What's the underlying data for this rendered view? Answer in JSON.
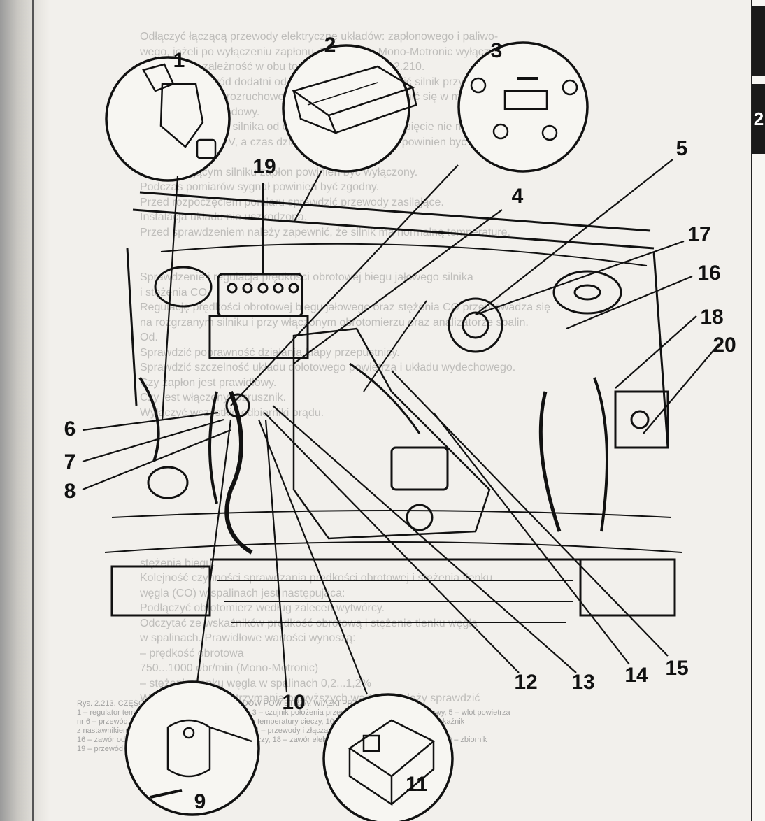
{
  "background_lines": [
    "Odłączyć łączącą przewody elektryczne układów: zapłonowego i paliwo-",
    "wego, jeżeli po wyłączeniu zapłonu. W układzie Mono-Motronic wyłączy",
    "nać w tak tę zależność w obu torach zasilania, rys. 2.210.",
    "Odłączyć przewód dodatni od akumulatora i uruchomić silnik przy",
    "pomocy zestawu rozruchowego, zawsze należy upewnić się w materiałowy",
    "przez ruch przewodowy.",
    "Podczas rozruchu silnika od obcego źródła energii napięcie nie może",
    "przekraczać 16,5 V, a czas działania rozrusznika nie powinien być dłuższy niż",
    "1 minuta.",
    "Przy pracującym silniku zapłon powinien być wyłączony.",
    "Podczas pomiarów sygnał powinien być zgodny.",
    "Przed rozpoczęciem pomiaru sprawdzić przewody zasilające.",
    "Instalacja układu nie uszkodzona.",
    "Przed sprawdzeniem należy zapewnić, że silnik ma normalną temperaturę.",
    "",
    "",
    "Sprawdzenie i regulacja prędkości obrotowej biegu jałowego silnika",
    "i stężenia CO",
    "Regulację prędkości obrotowej biegu jałowego oraz stężenia CO przeprowadza się",
    "na rozgrzanym silniku i przy włączonym obrotomierzu oraz analizatorze spalin.",
    "Od.",
    "Sprawdzić poprawność działania klapy przepustnicy.",
    "Sprawdzić szczelność układu dolotowego powietrza i układu wydechowego.",
    "Czy zapłon jest prawidłowy.",
    "Czy jest włączony rozrusznik.",
    "Wyłączyć wszystkie odbiorniki prądu.",
    "",
    "",
    "",
    "",
    "",
    "",
    "",
    "",
    "",
    "stężenia biegu.",
    "Kolejność czynności sprawdzania prędkości obrotowej i stężenia tlenku",
    "węgla (CO) w spalinach jest następująca:",
    "Podłączyć obrotomierz według zaleceń wytwórcy.",
    "Odczytać ze wskaźników prędkość obrotową i stężenie tlenku węgla",
    "w spalinach. Prawidłowe wartości wynoszą:",
    "– prędkość obrotowa",
    "750...1000 obr/min (Mono-Motronic)",
    "– stężenie tlenku węgla w spalinach 0,2...1,2%",
    "W przypadku niedotrzymania powyższych wartości należy sprawdzić"
  ],
  "caption_lines": [
    "Rys. 2.213. CZĘŚCI ZAMOCOWANIA PRZEWODÓW POWIETRZA, WIĄZKI PRZEWODÓW",
    "1 – regulator temperatury powietrza, 2 – sterownik, 3 – czujnik położenia przepustnicy, 4 – moduł zapłonowy, 5 – wlot powietrza",
    "nr 6 – przewód, 7 – czujnik, 8 – przewód, 9 – czujnik temperatury cieczy, 10 – wiązka przewodów, 11 – przekaźnik",
    "z nastawnikiem, 12 – przewód zasilający, 13 – filtr, 14 – przewody i złącza, 15 – przewód podciśnienia",
    "16 – zawór odpowietrzający, 17 – zbiornik wyrównawczy, 18 – zawór elektromagnetyczny, 19 – akumulator, 20 – zbiornik",
    "19 – przewód masy, 20 – czujnik"
  ],
  "side_tabs": {
    "tab_upper": "",
    "tab_lower": "2"
  },
  "callouts": [
    {
      "id": "1",
      "text": "1"
    },
    {
      "id": "2",
      "text": "2"
    },
    {
      "id": "3",
      "text": "3"
    },
    {
      "id": "4",
      "text": "4"
    },
    {
      "id": "5",
      "text": "5"
    },
    {
      "id": "6",
      "text": "6"
    },
    {
      "id": "7",
      "text": "7"
    },
    {
      "id": "8",
      "text": "8"
    },
    {
      "id": "9",
      "text": "9"
    },
    {
      "id": "10",
      "text": "10"
    },
    {
      "id": "11",
      "text": "11"
    },
    {
      "id": "12",
      "text": "12"
    },
    {
      "id": "13",
      "text": "13"
    },
    {
      "id": "14",
      "text": "14"
    },
    {
      "id": "15",
      "text": "15"
    },
    {
      "id": "16",
      "text": "16"
    },
    {
      "id": "17",
      "text": "17"
    },
    {
      "id": "18",
      "text": "18"
    },
    {
      "id": "19",
      "text": "19"
    },
    {
      "id": "20",
      "text": "20"
    }
  ]
}
